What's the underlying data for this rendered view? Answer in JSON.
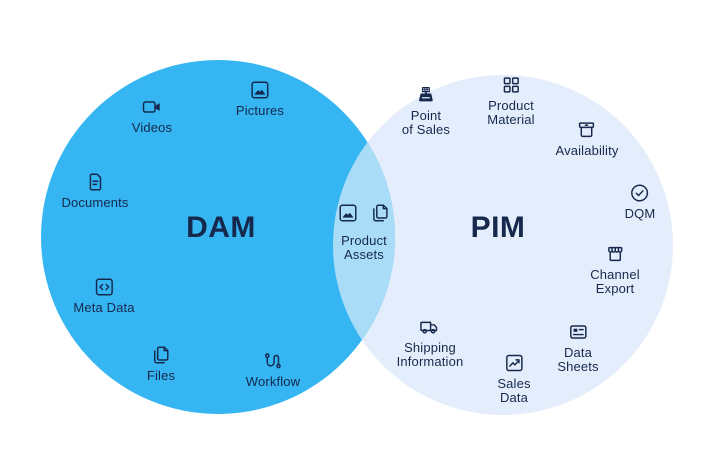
{
  "venn": {
    "left": {
      "title": "DAM",
      "items": [
        {
          "label": "Videos",
          "icon": "video-camera-icon"
        },
        {
          "label": "Pictures",
          "icon": "picture-icon"
        },
        {
          "label": "Documents",
          "icon": "document-icon"
        },
        {
          "label": "Meta Data",
          "icon": "code-brackets-icon"
        },
        {
          "label": "Files",
          "icon": "copies-icon"
        },
        {
          "label": "Workflow",
          "icon": "route-icon"
        }
      ]
    },
    "right": {
      "title": "PIM",
      "items": [
        {
          "label": "Point\nof Sales",
          "icon": "cash-register-icon"
        },
        {
          "label": "Product\nMaterial",
          "icon": "four-squares-icon"
        },
        {
          "label": "Availability",
          "icon": "archive-box-icon"
        },
        {
          "label": "DQM",
          "icon": "check-circle-icon"
        },
        {
          "label": "Channel\nExport",
          "icon": "storefront-icon"
        },
        {
          "label": "Data\nSheets",
          "icon": "data-sheet-icon"
        },
        {
          "label": "Sales\nData",
          "icon": "trending-chart-icon"
        },
        {
          "label": "Shipping\nInformation",
          "icon": "truck-icon"
        }
      ]
    },
    "overlap": {
      "label": "Product\nAssets",
      "icons": [
        "picture-icon",
        "copies-icon"
      ]
    }
  },
  "colors": {
    "dam_circle": "#35B5F1",
    "pim_circle": "#E4EDFB",
    "overlap": "#A8DCF7",
    "text": "#16294D",
    "background": "#FFFFFF"
  }
}
